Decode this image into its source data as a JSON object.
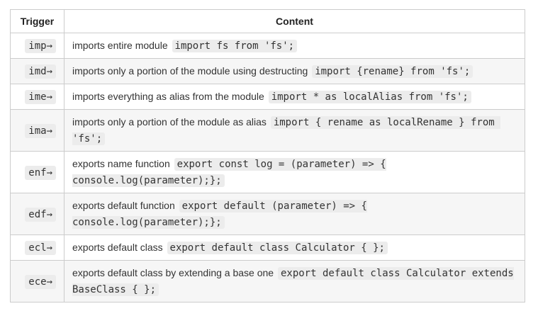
{
  "colors": {
    "border": "#cccccc",
    "code_bg": "#ececec",
    "stripe_bg": "#f6f6f6",
    "text": "#333333",
    "header_text": "#222222"
  },
  "table": {
    "headers": {
      "trigger": "Trigger",
      "content": "Content"
    },
    "rows": [
      {
        "trigger": "imp→",
        "description": "imports entire module",
        "code": "import fs from 'fs';"
      },
      {
        "trigger": "imd→",
        "description": "imports only a portion of the module using destructing",
        "code": "import {rename} from 'fs';"
      },
      {
        "trigger": "ime→",
        "description": "imports everything as alias from the module",
        "code": "import * as localAlias from 'fs';"
      },
      {
        "trigger": "ima→",
        "description": "imports only a portion of the module as alias",
        "code": "import { rename as localRename } from 'fs';"
      },
      {
        "trigger": "enf→",
        "description": "exports name function",
        "code": "export const log = (parameter) => {\nconsole.log(parameter);};"
      },
      {
        "trigger": "edf→",
        "description": "exports default function",
        "code": "export default (parameter) => {\nconsole.log(parameter);};"
      },
      {
        "trigger": "ecl→",
        "description": "exports default class",
        "code": "export default class Calculator { };"
      },
      {
        "trigger": "ece→",
        "description": "exports default class by extending a base one",
        "code": "export default class Calculator extends\nBaseClass { };"
      }
    ]
  }
}
